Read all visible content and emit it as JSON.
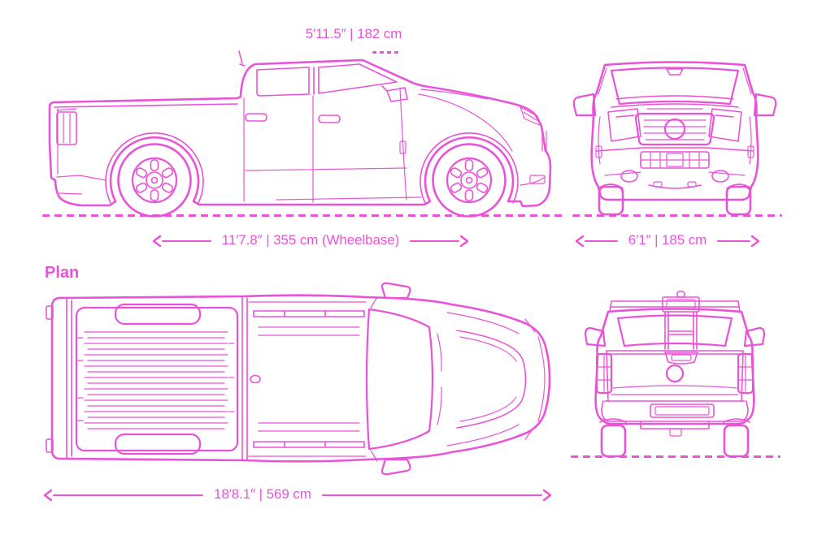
{
  "page": {
    "background": "#FFFFFF",
    "accent": "#E953D7"
  },
  "dimensions": {
    "height": "5′11.5″ | 182 cm",
    "wheelbase": "11′7.8″ | 355 cm (Wheelbase)",
    "width": "6′1″ | 185 cm",
    "length": "18′8.1″ | 569 cm"
  },
  "labels": {
    "plan": "Plan"
  },
  "icons": {
    "dimension_arrows": "thin chevron arrowheads on dimension lines",
    "ground_line": "dashed magenta ground reference line",
    "roof_level_marker": "short dashed segment at roof height"
  }
}
